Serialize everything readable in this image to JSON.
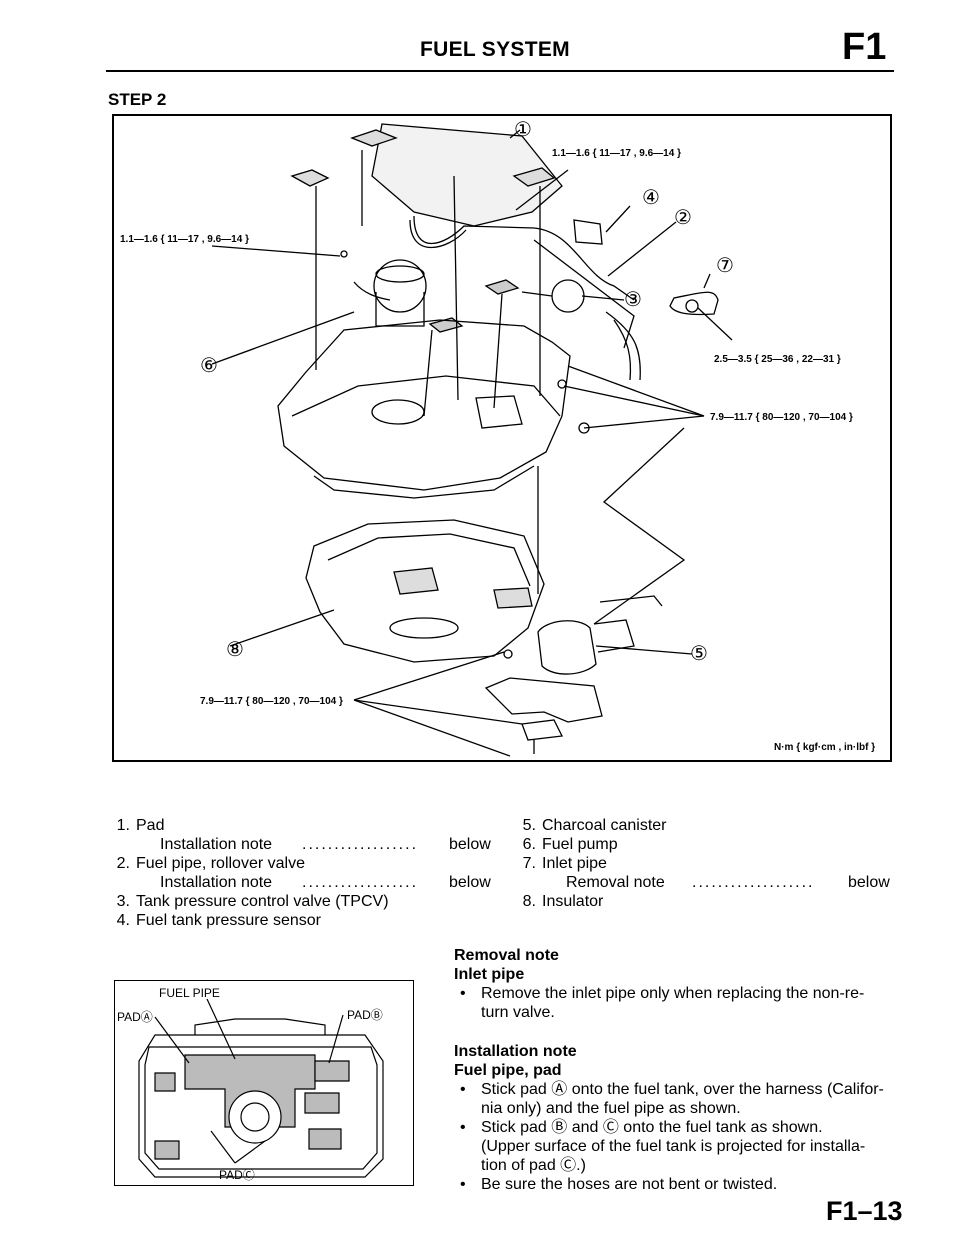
{
  "header": {
    "title": "FUEL SYSTEM",
    "code": "F1"
  },
  "step_label": "STEP 2",
  "figure": {
    "torque_labels": {
      "t1": "1.1—1.6 { 11—17 , 9.6—14 }",
      "t2": "1.1—1.6 { 11—17 , 9.6—14 }",
      "t3": "2.5—3.5 { 25—36 , 22—31 }",
      "t4": "7.9—11.7 { 80—120 , 70—104 }",
      "t5": "7.9—11.7 { 80—120 , 70—104 }"
    },
    "callouts": {
      "c1": "①",
      "c2": "②",
      "c3": "③",
      "c4": "④",
      "c5": "⑤",
      "c6": "⑥",
      "c7": "⑦",
      "c8": "⑧"
    },
    "units": "N·m { kgf·cm , in·lbf }"
  },
  "parts": {
    "p1": {
      "num": "1.",
      "name": "Pad"
    },
    "p1_note": {
      "label": "Installation note",
      "dots": "..................",
      "ref": "below"
    },
    "p2": {
      "num": "2.",
      "name": "Fuel pipe, rollover valve"
    },
    "p2_note": {
      "label": "Installation note",
      "dots": "..................",
      "ref": "below"
    },
    "p3": {
      "num": "3.",
      "name": "Tank pressure control valve (TPCV)"
    },
    "p4": {
      "num": "4.",
      "name": "Fuel tank pressure sensor"
    },
    "p5": {
      "num": "5.",
      "name": "Charcoal canister"
    },
    "p6": {
      "num": "6.",
      "name": "Fuel pump"
    },
    "p7": {
      "num": "7.",
      "name": "Inlet pipe"
    },
    "p7_note": {
      "label": "Removal note",
      "dots": "...................",
      "ref": "below"
    },
    "p8": {
      "num": "8.",
      "name": "Insulator"
    }
  },
  "small_figure": {
    "fuel_pipe": "FUEL PIPE",
    "pad_a": "PADⒶ",
    "pad_b": "PADⒷ",
    "pad_c": "PADⒸ"
  },
  "removal": {
    "heading": "Removal note",
    "subheading": "Inlet pipe",
    "b1_l1": "Remove the inlet pipe only when replacing the non-re-",
    "b1_l2": "turn valve."
  },
  "installation": {
    "heading": "Installation note",
    "subheading": "Fuel pipe, pad",
    "b1_l1": "Stick pad Ⓐ onto the fuel tank, over the harness (Califor-",
    "b1_l2": "nia only) and the fuel pipe as shown.",
    "b2_l1": "Stick pad Ⓑ and Ⓒ onto the fuel tank as shown.",
    "b2_l2": "(Upper surface of the fuel tank is projected for installa-",
    "b2_l3": "tion of pad Ⓒ.)",
    "b3_l1": "Be sure the hoses are not bent or twisted."
  },
  "footer": {
    "page": "F1–13"
  }
}
